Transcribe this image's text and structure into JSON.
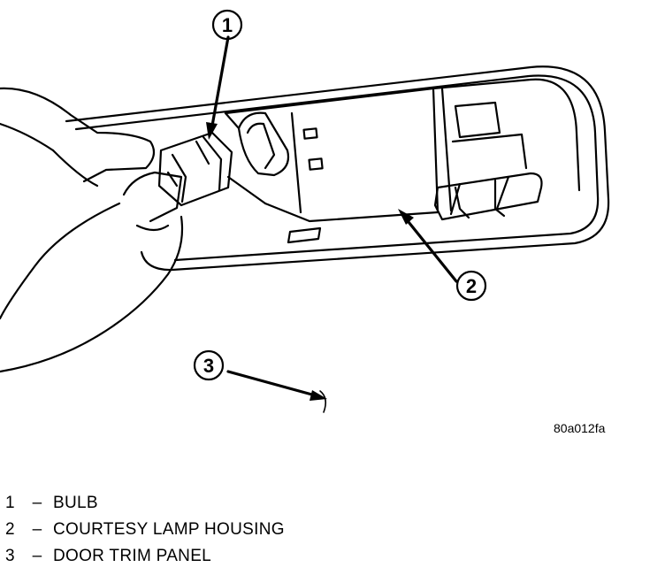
{
  "callouts": [
    {
      "number": "1"
    },
    {
      "number": "2"
    },
    {
      "number": "3"
    }
  ],
  "figure_id": "80a012fa",
  "legend": [
    {
      "number": "1",
      "separator": "–",
      "label": "BULB"
    },
    {
      "number": "2",
      "separator": "–",
      "label": "COURTESY LAMP HOUSING"
    },
    {
      "number": "3",
      "separator": "–",
      "label": "DOOR TRIM PANEL"
    }
  ]
}
